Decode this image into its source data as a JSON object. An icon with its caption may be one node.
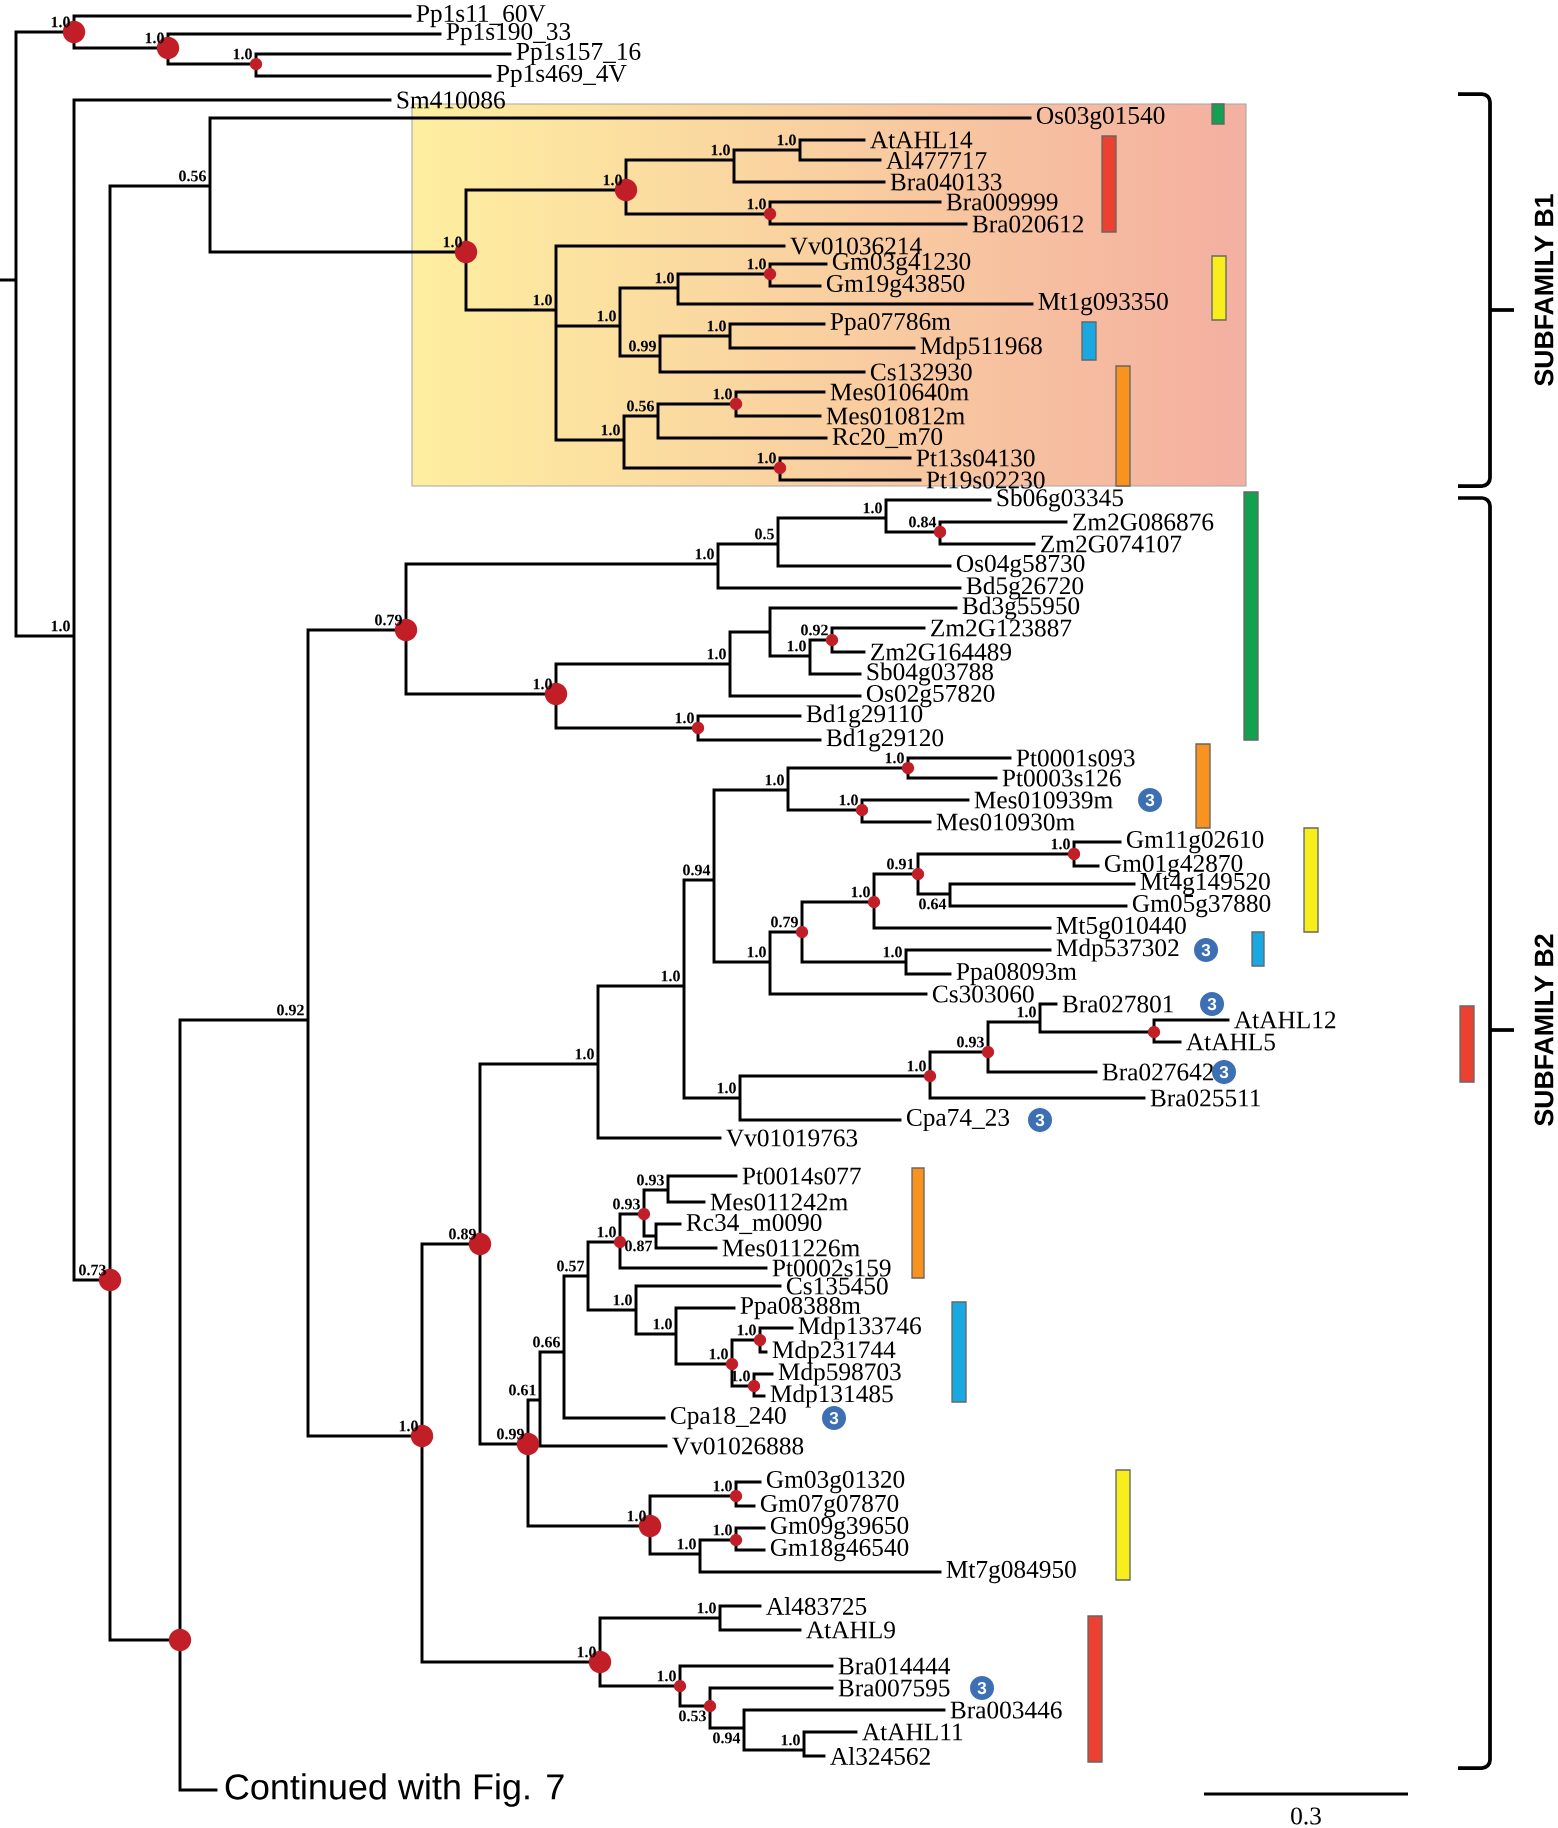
{
  "diagram": {
    "labels": [
      "1.0",
      "Pp1s11_60V",
      "1.0",
      "Pp1s190_33",
      "1.0",
      "Pp1s157_16",
      "Pp1s469_4V",
      "1.0",
      "Sm410086",
      "0.73",
      "0.56",
      "Os03g01540",
      "1.0",
      "1.0",
      "1.0",
      "1.0",
      "AtAHL14",
      "Al477717",
      "Bra040133",
      "1.0",
      "Bra009999",
      "Bra020612",
      "1.0",
      "Vv01036214",
      "1.0",
      "1.0",
      "1.0",
      "Gm03g41230",
      "Gm19g43850",
      "Mt1g093350",
      "0.99",
      "1.0",
      "Ppa07786m",
      "Mdp511968",
      "Cs132930",
      "1.0",
      "0.56",
      "1.0",
      "Mes010640m",
      "Mes010812m",
      "Rc20_m70",
      "1.0",
      "Pt13s04130",
      "Pt19s02230",
      "0.92",
      "0.79",
      "1.0",
      "0.5",
      "1.0",
      "Sb06g03345",
      "0.84",
      "Zm2G086876",
      "Zm2G074107",
      "Os04g58730",
      "Bd5g26720",
      "1.0",
      "1.0",
      "Bd3g55950",
      "1.0",
      "0.92",
      "Zm2G123887",
      "Zm2G164489",
      "Sb04g03788",
      "Os02g57820",
      "1.0",
      "Bd1g29110",
      "Bd1g29120",
      "1.0",
      "0.89",
      "1.0",
      "1.0",
      "0.94",
      "1.0",
      "1.0",
      "Pt0001s093",
      "Pt0003s126",
      "1.0",
      "Mes010939m",
      "3",
      "Mes010930m",
      "1.0",
      "0.79",
      "1.0",
      "0.91",
      "1.0",
      "Gm11g02610",
      "Gm01g42870",
      "0.64",
      "Mt4g149520",
      "Gm05g37880",
      "Mt5g010440",
      "1.0",
      "Mdp537302",
      "3",
      "Ppa08093m",
      "Cs303060",
      "1.0",
      "1.0",
      "0.93",
      "1.0",
      "Bra027801",
      "3",
      "AtAHL12",
      "AtAHL5",
      "Bra027642",
      "3",
      "Bra025511",
      "Cpa74_23",
      "3",
      "Vv01019763",
      "0.99",
      "0.61",
      "0.66",
      "0.57",
      "1.0",
      "0.93",
      "0.93",
      "Pt0014s077",
      "Mes011242m",
      "0.87",
      "Rc34_m0090",
      "Mes011226m",
      "Pt0002s159",
      "1.0",
      "Cs135450",
      "1.0",
      "Ppa08388m",
      "1.0",
      "1.0",
      "Mdp133746",
      "Mdp231744",
      "1.0",
      "Mdp598703",
      "Mdp131485",
      "Cpa18_240",
      "3",
      "Vv01026888",
      "1.0",
      "1.0",
      "Gm03g01320",
      "Gm07g07870",
      "1.0",
      "1.0",
      "Gm09g39650",
      "Gm18g46540",
      "Mt7g084950",
      "1.0",
      "1.0",
      "Al483725",
      "AtAHL9",
      "1.0",
      "Bra014444",
      "0.53",
      "Bra007595",
      "3",
      "0.94",
      "Bra003446",
      "1.0",
      "AtAHL11",
      "Al324562",
      "Continued with Fig. 7",
      "SUBFAMILY B1",
      "SUBFAMILY B2",
      "0.3"
    ]
  }
}
